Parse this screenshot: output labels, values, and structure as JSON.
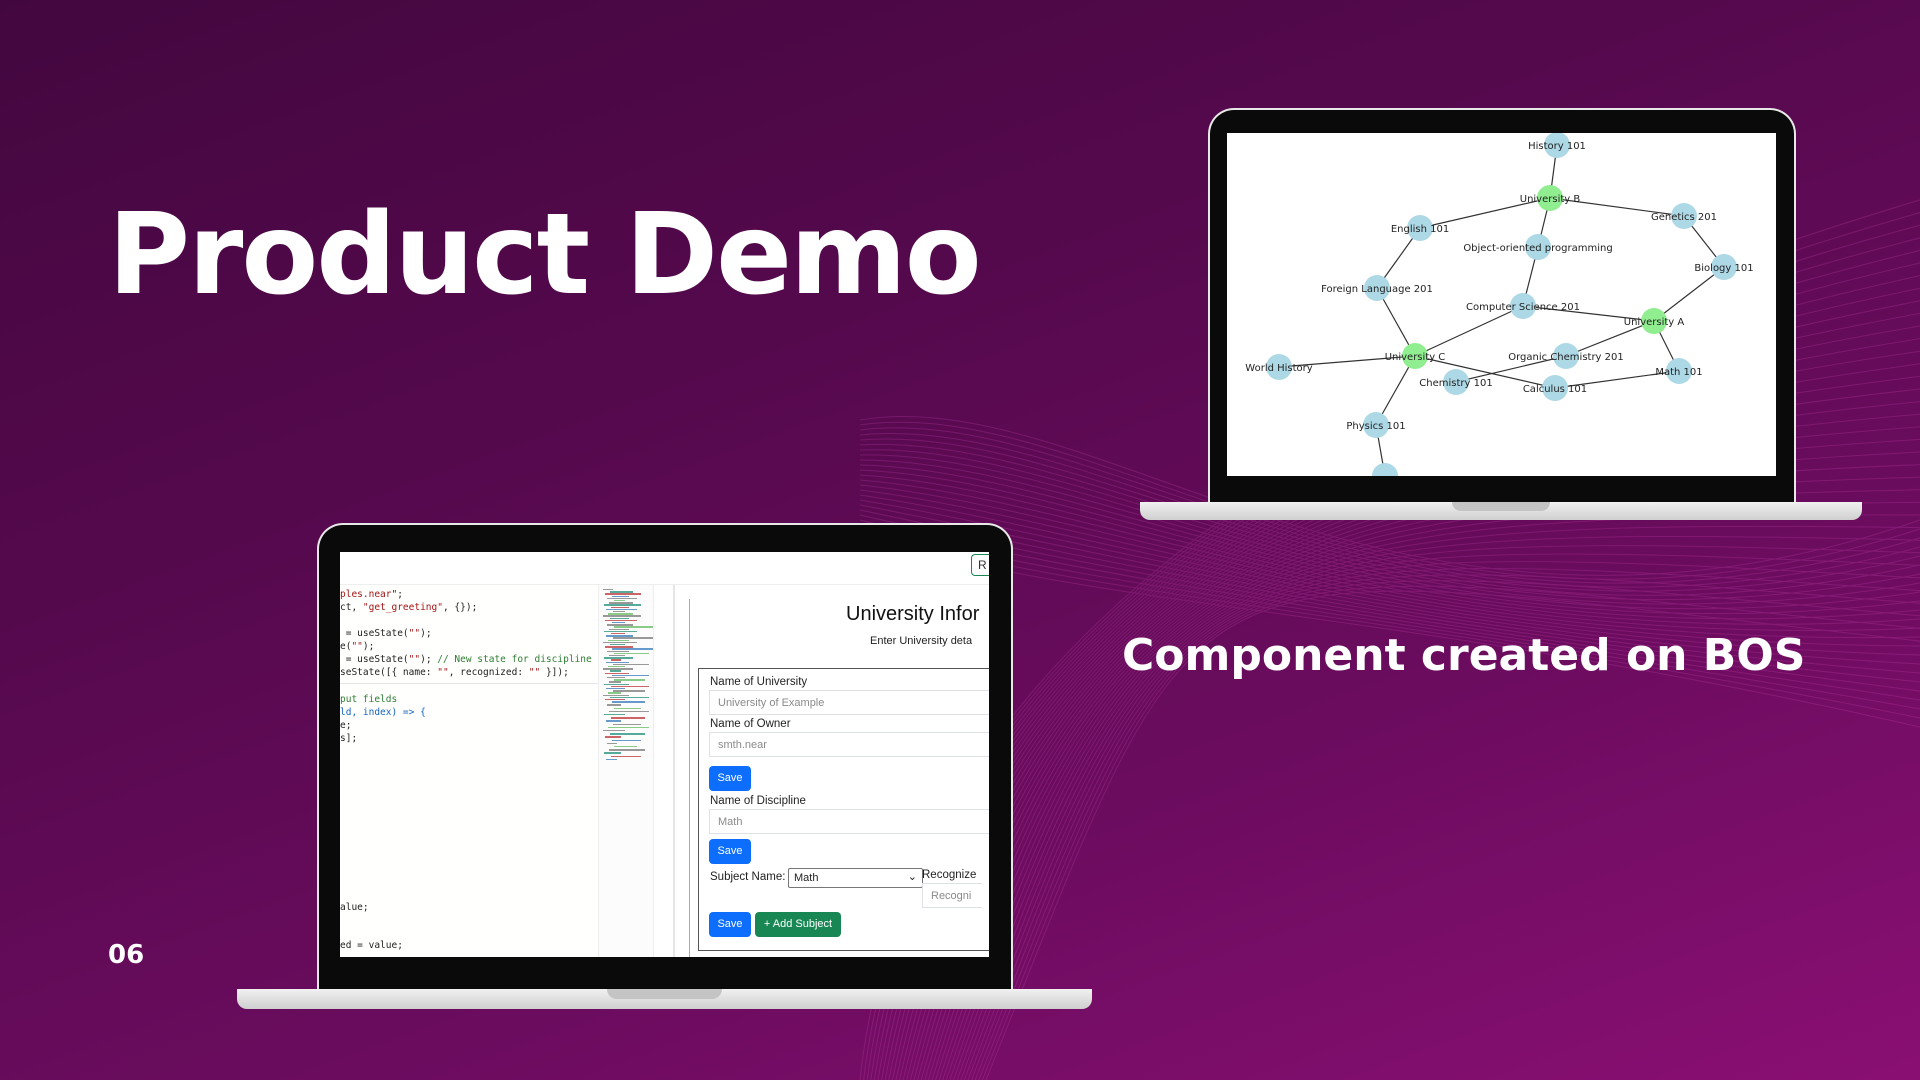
{
  "slide": {
    "title": "Product Demo",
    "subtitle": "Component created on BOS",
    "page_number": "06",
    "colors": {
      "background": "#5b0a52",
      "text": "#ffffff"
    }
  },
  "graph": {
    "nodes": [
      {
        "label": "History 101",
        "kind": "subject"
      },
      {
        "label": "University B",
        "kind": "university"
      },
      {
        "label": "English 101",
        "kind": "subject"
      },
      {
        "label": "Genetics 201",
        "kind": "subject"
      },
      {
        "label": "Object-oriented programming",
        "kind": "subject"
      },
      {
        "label": "Biology 101",
        "kind": "subject"
      },
      {
        "label": "Foreign Language 201",
        "kind": "subject"
      },
      {
        "label": "Computer Science 201",
        "kind": "subject"
      },
      {
        "label": "University A",
        "kind": "university"
      },
      {
        "label": "World History",
        "kind": "subject"
      },
      {
        "label": "University C",
        "kind": "university"
      },
      {
        "label": "Organic Chemistry 201",
        "kind": "subject"
      },
      {
        "label": "Math 101",
        "kind": "subject"
      },
      {
        "label": "Chemistry 101",
        "kind": "subject"
      },
      {
        "label": "Calculus 101",
        "kind": "subject"
      },
      {
        "label": "Physics 101",
        "kind": "subject"
      },
      {
        "label": "",
        "kind": "subject"
      }
    ],
    "edges": [
      [
        "History 101",
        "University B"
      ],
      [
        "University B",
        "English 101"
      ],
      [
        "University B",
        "Genetics 201"
      ],
      [
        "University B",
        "Object-oriented programming"
      ],
      [
        "Genetics 201",
        "Biology 101"
      ],
      [
        "English 101",
        "Foreign Language 201"
      ],
      [
        "Object-oriented programming",
        "Computer Science 201"
      ],
      [
        "Biology 101",
        "University A"
      ],
      [
        "Foreign Language 201",
        "University C"
      ],
      [
        "Computer Science 201",
        "University C"
      ],
      [
        "Computer Science 201",
        "University A"
      ],
      [
        "World History",
        "University C"
      ],
      [
        "University A",
        "Organic Chemistry 201"
      ],
      [
        "University A",
        "Math 101"
      ],
      [
        "Organic Chemistry 201",
        "Chemistry 101"
      ],
      [
        "University C",
        "Calculus 101"
      ],
      [
        "Calculus 101",
        "Math 101"
      ],
      [
        "University C",
        "Physics 101"
      ],
      [
        "Physics 101",
        ""
      ]
    ],
    "colors": {
      "subject": "#add8e6",
      "university": "#90ee90",
      "edge": "#333333"
    }
  },
  "editor": {
    "top_button": "R",
    "code_lines": [
      {
        "parts": [
          {
            "t": "ples.near",
            "c": "str"
          },
          {
            "t": "\";",
            "c": ""
          }
        ]
      },
      {
        "parts": [
          {
            "t": "ct, ",
            "c": ""
          },
          {
            "t": "\"get_greeting\"",
            "c": "str"
          },
          {
            "t": ", {});",
            "c": ""
          }
        ]
      },
      {
        "parts": []
      },
      {
        "parts": [
          {
            "t": " = useState(",
            "c": ""
          },
          {
            "t": "\"\"",
            "c": "str"
          },
          {
            "t": ");",
            "c": ""
          }
        ]
      },
      {
        "parts": [
          {
            "t": "e(",
            "c": ""
          },
          {
            "t": "\"\"",
            "c": "str"
          },
          {
            "t": ");",
            "c": ""
          }
        ]
      },
      {
        "parts": [
          {
            "t": " = useState(",
            "c": ""
          },
          {
            "t": "\"\"",
            "c": "str"
          },
          {
            "t": "); ",
            "c": ""
          },
          {
            "t": "// New state for discipline",
            "c": "cmt"
          }
        ]
      },
      {
        "parts": [
          {
            "t": "seState([{ name: ",
            "c": ""
          },
          {
            "t": "\"\"",
            "c": "str"
          },
          {
            "t": ", recognized: ",
            "c": ""
          },
          {
            "t": "\"\"",
            "c": "str"
          },
          {
            "t": " }]);",
            "c": ""
          }
        ]
      },
      {
        "parts": []
      },
      {
        "parts": [
          {
            "t": "put fields",
            "c": "cmt"
          }
        ]
      },
      {
        "parts": [
          {
            "t": "ld, index) => {",
            "c": "kw"
          }
        ]
      },
      {
        "parts": [
          {
            "t": "e;",
            "c": ""
          }
        ]
      },
      {
        "parts": [
          {
            "t": "s];",
            "c": ""
          }
        ]
      },
      {
        "parts": [
          {
            "t": "alue;",
            "c": ""
          }
        ]
      },
      {
        "parts": [
          {
            "t": "ed = value;",
            "c": ""
          }
        ]
      }
    ]
  },
  "form": {
    "title": "University Infor",
    "subtitle": "Enter University deta",
    "university_label": "Name of University",
    "university_placeholder": "University of Example",
    "owner_label": "Name of Owner",
    "owner_placeholder": "smth.near",
    "save_label": "Save",
    "discipline_label": "Name of Discipline",
    "discipline_placeholder": "Math",
    "subject_label": "Subject Name:",
    "subject_value": "Math",
    "recognized_label": "Recognize",
    "recognized_placeholder": "Recogni",
    "add_subject_label": "+ Add Subject"
  }
}
